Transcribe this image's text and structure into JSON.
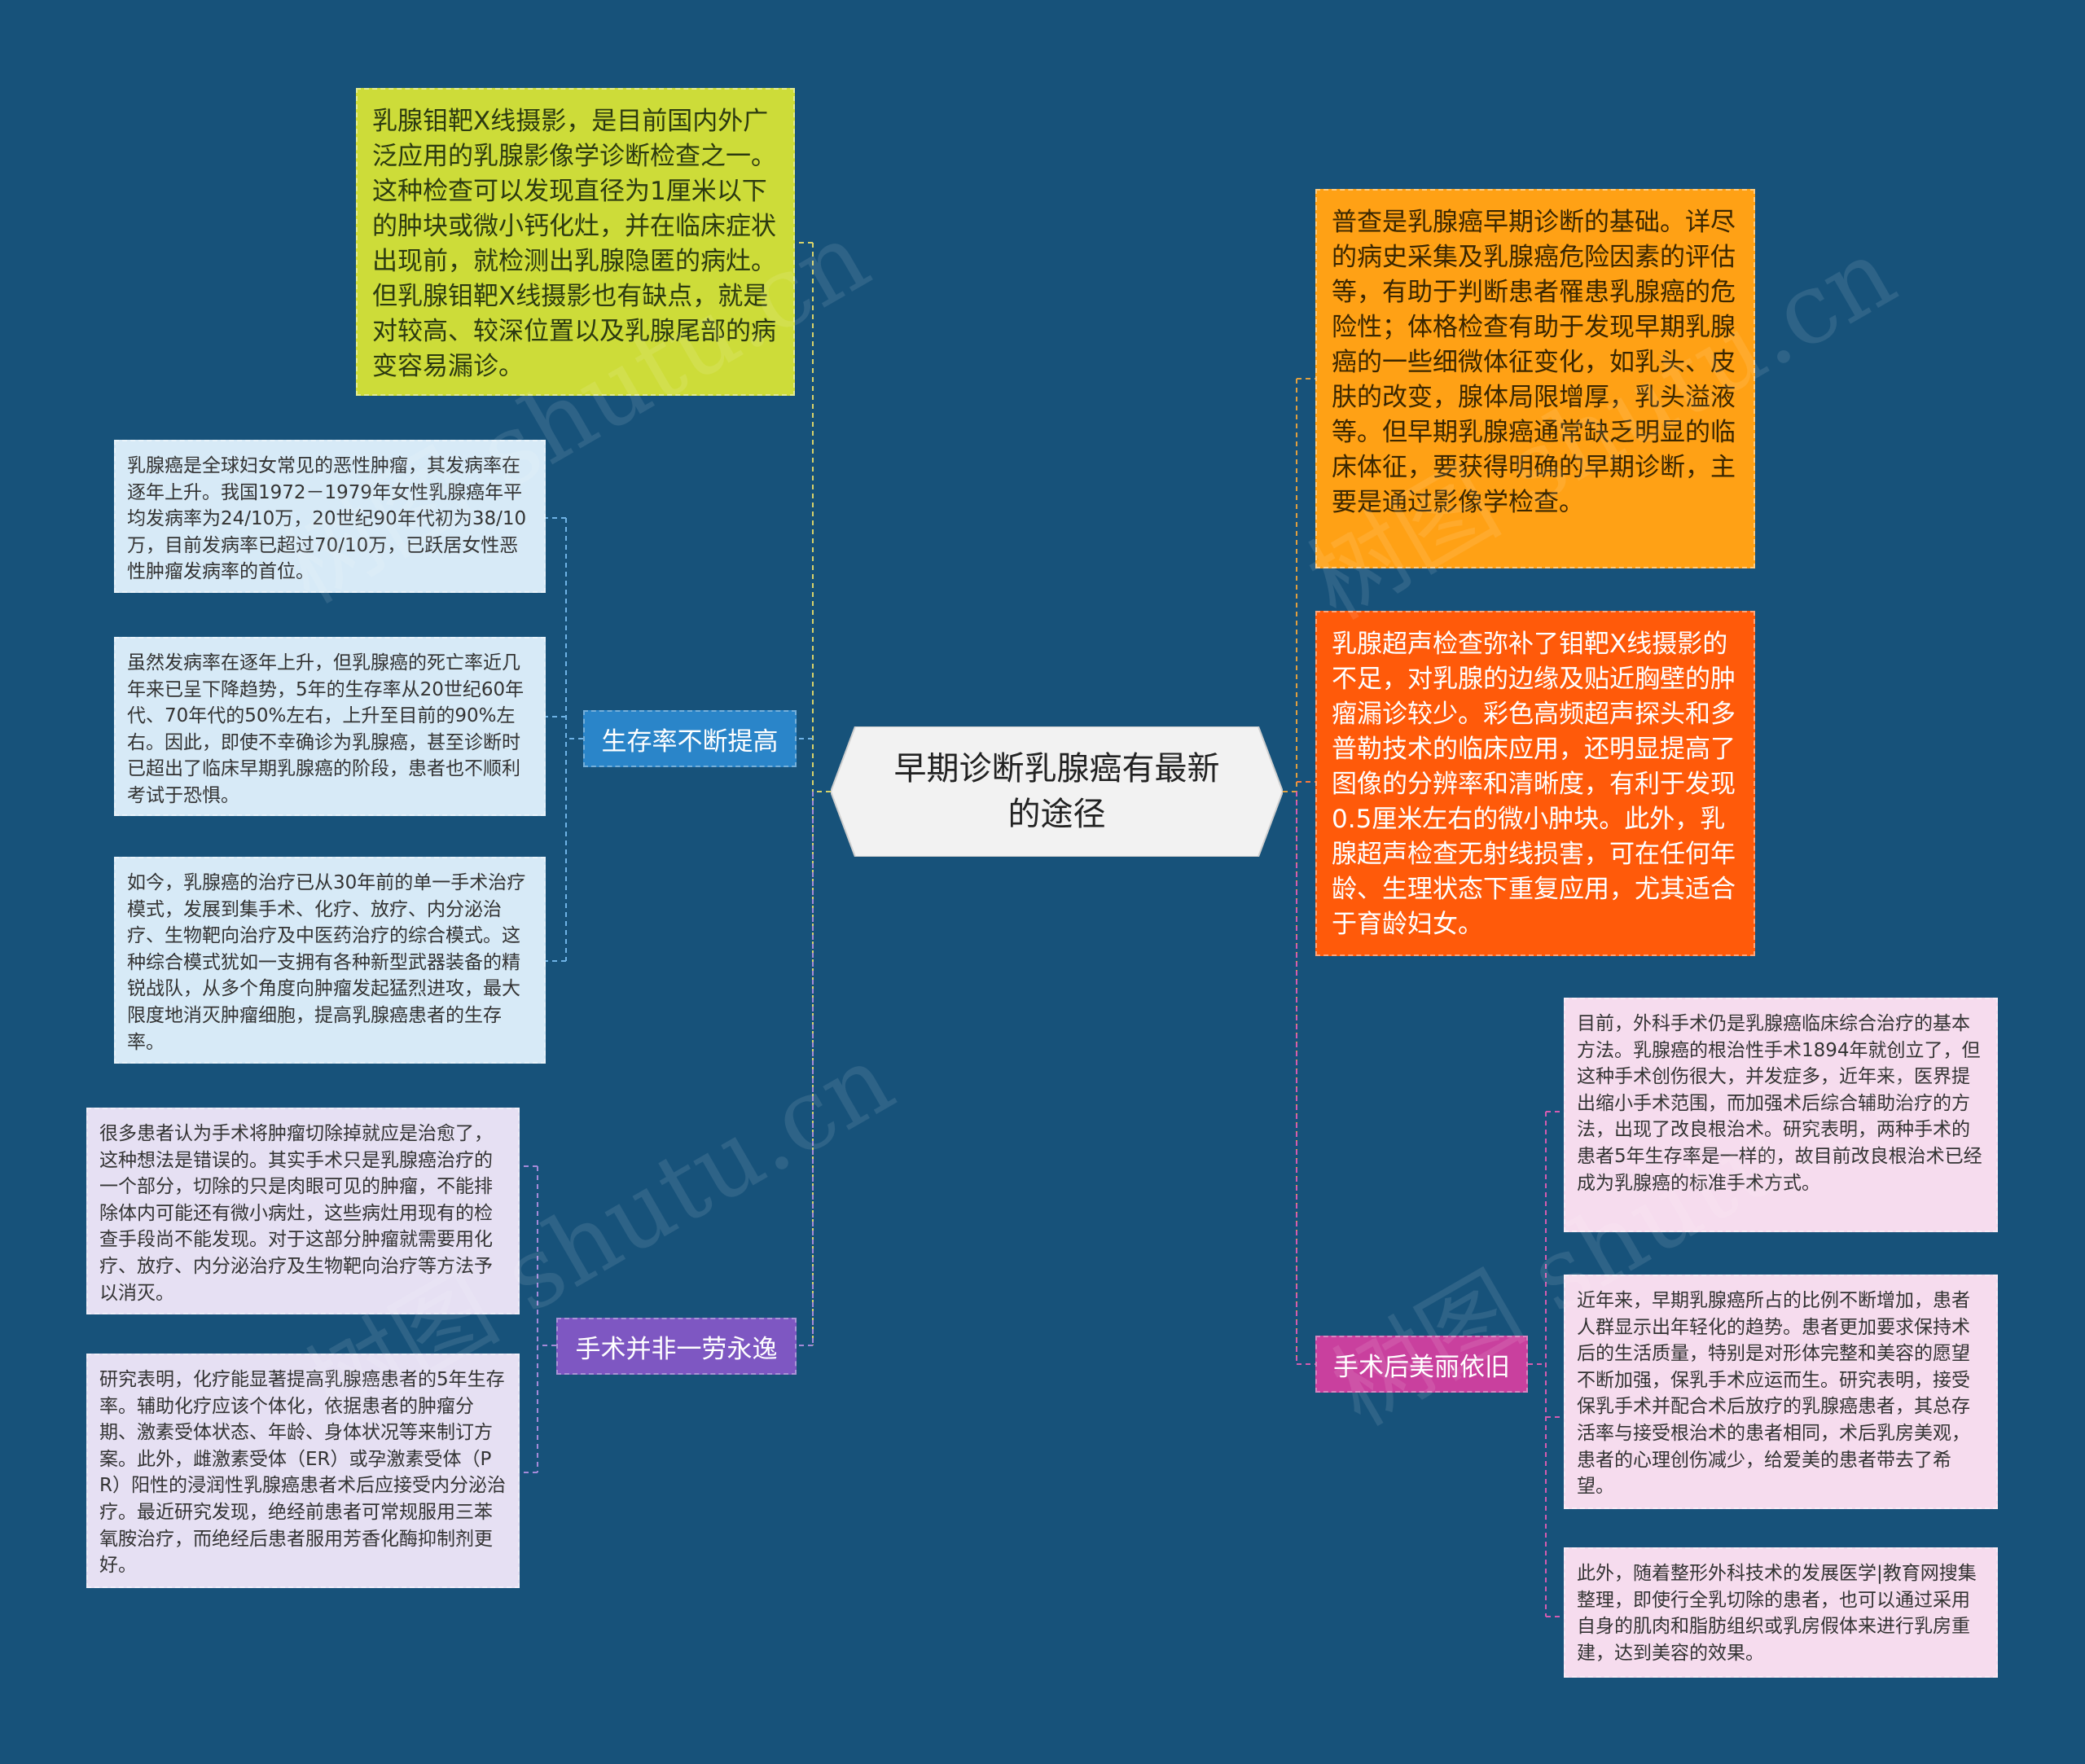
{
  "center": {
    "title": "早期诊断乳腺癌有最新的途径"
  },
  "branches": {
    "mammography": {
      "text": "乳腺钼靶X线摄影，是目前国内外广泛应用的乳腺影像学诊断检查之一。这种检查可以发现直径为1厘米以下的肿块或微小钙化灶，并在临床症状出现前，就检测出乳腺隐匿的病灶。但乳腺钼靶X线摄影也有缺点，就是对较高、较深位置以及乳腺尾部的病变容易漏诊。"
    },
    "survival": {
      "label": "生存率不断提高",
      "items": [
        "乳腺癌是全球妇女常见的恶性肿瘤，其发病率在逐年上升。我国1972－1979年女性乳腺癌年平均发病率为24/10万，20世纪90年代初为38/10万，目前发病率已超过70/10万，已跃居女性恶性肿瘤发病率的首位。",
        "虽然发病率在逐年上升，但乳腺癌的死亡率近几年来已呈下降趋势，5年的生存率从20世纪60年代、70年代的50%左右，上升至目前的90%左右。因此，即使不幸确诊为乳腺癌，甚至诊断时已超出了临床早期乳腺癌的阶段，患者也不顺利考试于恐惧。",
        "如今，乳腺癌的治疗已从30年前的单一手术治疗模式，发展到集手术、化疗、放疗、内分泌治疗、生物靶向治疗及中医药治疗的综合模式。这种综合模式犹如一支拥有各种新型武器装备的精锐战队，从多个角度向肿瘤发起猛烈进攻，最大限度地消灭肿瘤细胞，提高乳腺癌患者的生存率。"
      ]
    },
    "surgery": {
      "label": "手术并非一劳永逸",
      "items": [
        "很多患者认为手术将肿瘤切除掉就应是治愈了，这种想法是错误的。其实手术只是乳腺癌治疗的一个部分，切除的只是肉眼可见的肿瘤，不能排除体内可能还有微小病灶，这些病灶用现有的检查手段尚不能发现。对于这部分肿瘤就需要用化疗、放疗、内分泌治疗及生物靶向治疗等方法予以消灭。",
        "研究表明，化疗能显著提高乳腺癌患者的5年生存率。辅助化疗应该个体化，依据患者的肿瘤分期、激素受体状态、年龄、身体状况等来制订方案。此外，雌激素受体（ER）或孕激素受体（PR）阳性的浸润性乳腺癌患者术后应接受内分泌治疗。最近研究发现，绝经前患者可常规服用三苯氧胺治疗，而绝经后患者服用芳香化酶抑制剂更好。"
      ]
    },
    "screening": {
      "text": "普查是乳腺癌早期诊断的基础。详尽的病史采集及乳腺癌危险因素的评估等，有助于判断患者罹患乳腺癌的危险性；体格检查有助于发现早期乳腺癌的一些细微体征变化，如乳头、皮肤的改变，腺体局限增厚，乳头溢液等。但早期乳腺癌通常缺乏明显的临床体征，要获得明确的早期诊断，主要是通过影像学检查。"
    },
    "ultrasound": {
      "text": "乳腺超声检查弥补了钼靶X线摄影的不足，对乳腺的边缘及贴近胸壁的肿瘤漏诊较少。彩色高频超声探头和多普勒技术的临床应用，还明显提高了图像的分辨率和清晰度，有利于发现0.5厘米左右的微小肿块。此外，乳腺超声检查无射线损害，可在任何年龄、生理状态下重复应用，尤其适合于育龄妇女。"
    },
    "beauty": {
      "label": "手术后美丽依旧",
      "items": [
        "目前，外科手术仍是乳腺癌临床综合治疗的基本方法。乳腺癌的根治性手术1894年就创立了，但这种手术创伤很大，并发症多，近年来，医界提出缩小手术范围，而加强术后综合辅助治疗的方法，出现了改良根治术。研究表明，两种手术的患者5年生存率是一样的，故目前改良根治术已经成为乳腺癌的标准手术方式。",
        "近年来，早期乳腺癌所占的比例不断增加，患者人群显示出年轻化的趋势。患者更加要求保持术后的生活质量，特别是对形体完整和美容的愿望不断加强，保乳手术应运而生。研究表明，接受保乳手术并配合术后放疗的乳腺癌患者，其总存活率与接受根治术的患者相同，术后乳房美观，患者的心理创伤减少，给爱美的患者带去了希望。",
        "此外，随着整形外科技术的发展医学|教育网搜集整理，即使行全乳切除的患者，也可以通过采用自身的肌肉和脂肪组织或乳房假体来进行乳房重建，达到美容的效果。"
      ]
    }
  },
  "colors": {
    "background": "#17527a",
    "mammography": "#cddc39",
    "screening": "#ffa115",
    "ultrasound": "#ff5a0a",
    "survival_label": "#2a85c9",
    "survival_leaf": "#d7eaf7",
    "surgery_label": "#7e57c2",
    "surgery_leaf": "#e6e0f3",
    "beauty_label": "#c9409e",
    "beauty_leaf": "#f6dcee",
    "center": "#f2f2f2"
  },
  "watermark": "树图 shutu.cn"
}
